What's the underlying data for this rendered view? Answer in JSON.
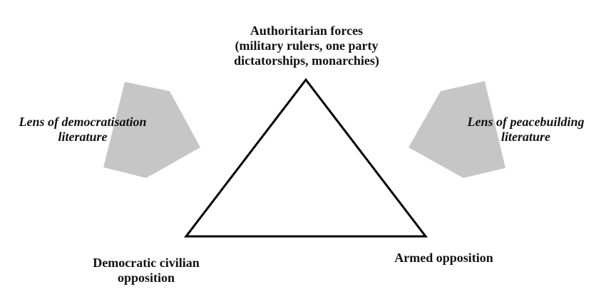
{
  "nodes": {
    "top": {
      "lines": [
        "Authoritarian forces",
        "(military rulers, one party",
        "dictatorships, monarchies)"
      ]
    },
    "bottom_left": {
      "lines": [
        "Democratic civilian",
        "opposition"
      ]
    },
    "bottom_right": {
      "lines": [
        "Armed opposition"
      ]
    }
  },
  "lenses": {
    "left": {
      "lines": [
        "Lens of democratisation",
        "literature"
      ]
    },
    "right": {
      "lines": [
        "Lens of peacebuilding",
        "literature"
      ]
    }
  },
  "colors": {
    "lens_fill": "#c6c6c6",
    "line": "#000000",
    "text": "#111111"
  }
}
